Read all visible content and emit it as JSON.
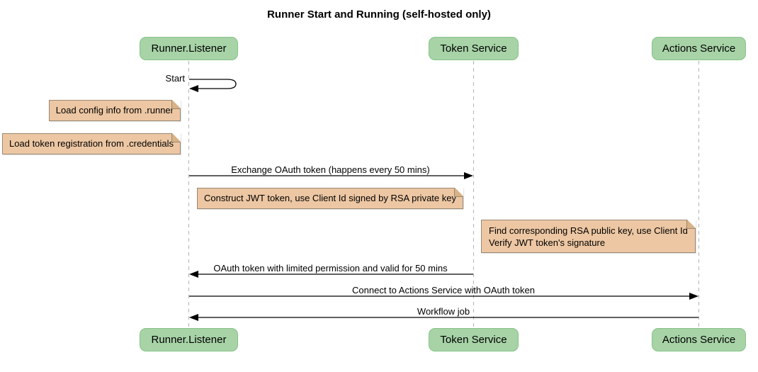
{
  "title": "Runner Start and Running (self-hosted only)",
  "participants": [
    {
      "label": "Runner.Listener"
    },
    {
      "label": "Token Service"
    },
    {
      "label": "Actions Service"
    }
  ],
  "messages": [
    {
      "label": "Start",
      "from": "Runner.Listener",
      "to": "Runner.Listener",
      "kind": "self"
    },
    {
      "label": "Exchange OAuth token (happens every 50 mins)",
      "from": "Runner.Listener",
      "to": "Token Service",
      "kind": "arrow"
    },
    {
      "label": "OAuth token with limited permission and valid for 50 mins",
      "from": "Token Service",
      "to": "Runner.Listener",
      "kind": "arrow"
    },
    {
      "label": "Connect to Actions Service with OAuth token",
      "from": "Runner.Listener",
      "to": "Actions Service",
      "kind": "arrow"
    },
    {
      "label": "Workflow job",
      "from": "Actions Service",
      "to": "Runner.Listener",
      "kind": "arrow"
    }
  ],
  "notes": [
    {
      "label": "Load config info from .runner",
      "anchor": "Runner.Listener"
    },
    {
      "label": "Load token registration from .credentials",
      "anchor": "Runner.Listener"
    },
    {
      "label": "Construct JWT token, use Client Id signed by RSA private key",
      "anchor": "Token Service"
    },
    {
      "lines": [
        "Find corresponding RSA public key, use Client Id",
        "Verify JWT token's signature"
      ],
      "anchor": "Actions Service"
    }
  ],
  "colors": {
    "background": "#ffffff",
    "participant_fill": "#a7d3a7",
    "participant_border": "#86c286",
    "note_fill": "#edc7a3",
    "note_border": "#988874",
    "note_fold": "#d9b286",
    "lifeline": "#b3b3b3",
    "line": "#000000",
    "text": "#000000"
  }
}
